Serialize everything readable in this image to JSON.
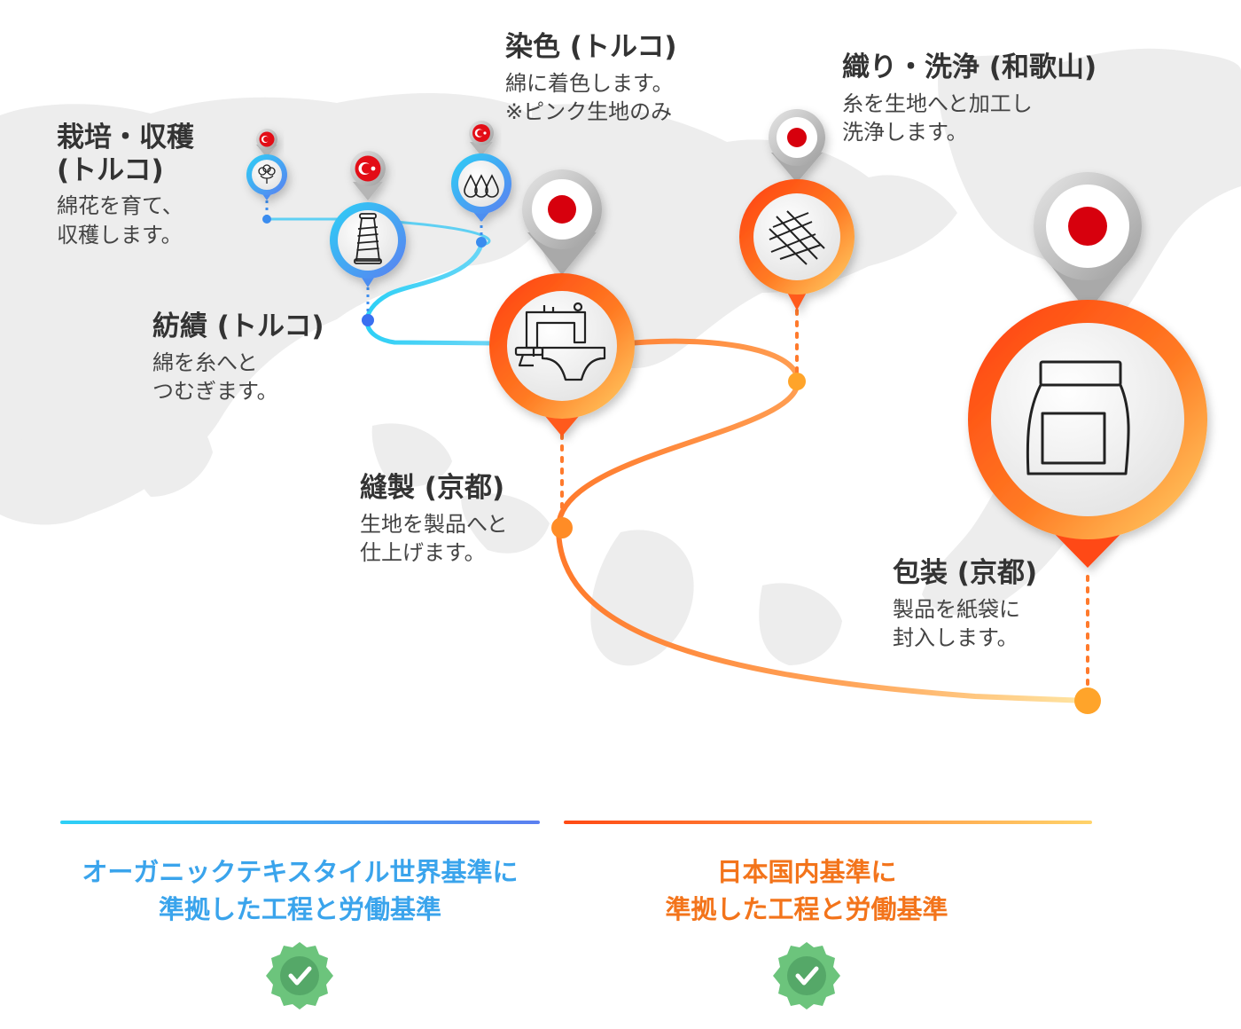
{
  "steps": [
    {
      "title_lines": [
        "栽培・収穫",
        "(トルコ)"
      ],
      "desc_lines": [
        "綿花を育て、",
        "収穫します。"
      ]
    },
    {
      "title_lines": [
        "紡績 (トルコ)"
      ],
      "desc_lines": [
        "綿を糸へと",
        "つむぎます。"
      ]
    },
    {
      "title_lines": [
        "染色 (トルコ)"
      ],
      "desc_lines": [
        "綿に着色します。",
        "※ピンク生地のみ"
      ]
    },
    {
      "title_lines": [
        "縫製 (京都)"
      ],
      "desc_lines": [
        "生地を製品へと",
        "仕上げます。"
      ]
    },
    {
      "title_lines": [
        "織り・洗浄 (和歌山)"
      ],
      "desc_lines": [
        "糸を生地へと加工し",
        "洗浄します。"
      ]
    },
    {
      "title_lines": [
        "包装 (京都)"
      ],
      "desc_lines": [
        "製品を紙袋に",
        "封入します。"
      ]
    }
  ],
  "standards": {
    "organic": {
      "lines": [
        "オーガニックテキスタイル世界基準に",
        "準拠した工程と労働基準"
      ]
    },
    "japan": {
      "lines": [
        "日本国内基準に",
        "準拠した工程と労働基準"
      ]
    }
  },
  "flags": {
    "turkey": "turkey-flag-icon",
    "japan": "japan-flag-icon"
  },
  "icons": [
    "cotton-icon",
    "yarn-spool-icon",
    "dye-drops-icon",
    "sewing-machine-icon",
    "woven-fabric-icon",
    "paper-bag-icon",
    "check-badge-icon"
  ],
  "colors": {
    "blue_start": "#2dd0f6",
    "blue_end": "#5b7ff0",
    "orange_start": "#ff4a14",
    "orange_end": "#ffd36a",
    "turkey_red": "#e30a17",
    "japan_red": "#d7000f",
    "check_green": "#6cc47c",
    "map_gray": "#ededed"
  }
}
